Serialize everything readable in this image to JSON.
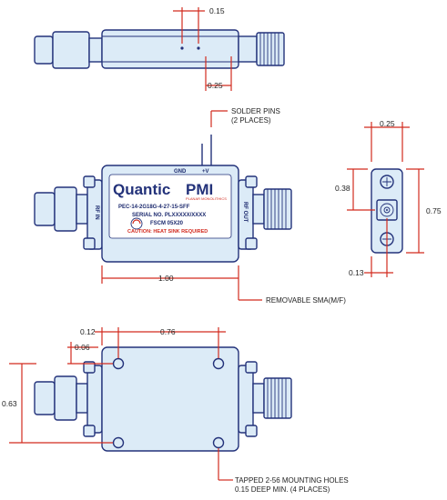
{
  "dimensions": {
    "d_015": "0.15",
    "d_025_top": "0.25",
    "d_025_end": "0.25",
    "d_038": "0.38",
    "d_075": "0.75",
    "d_013": "0.13",
    "d_100": "1.00",
    "d_012": "0.12",
    "d_076": "0.76",
    "d_006": "0.06",
    "d_063": "0.63"
  },
  "notes": {
    "solder_pins_1": "SOLDER PINS",
    "solder_pins_2": "(2 PLACES)",
    "removable_sma": "REMOVABLE SMA(M/F)",
    "tapped_1": "TAPPED 2-56 MOUNTING HOLES",
    "tapped_2": "0.15 DEEP MIN. (4 PLACES)"
  },
  "label": {
    "brand_a": "Quantic",
    "brand_b": "PMI",
    "brand_sub": "PLANAR MONOLITHICS",
    "model": "PEC-14-2G18G-4-27-15-SFF",
    "serial": "SERIAL NO. PLXXXXX/XXXX",
    "fscm": "FSCM 05X20",
    "caution": "CAUTION: HEAT SINK REQUIRED",
    "gnd": "GND",
    "vplus": "+V",
    "rf_in": "RF IN",
    "rf_out": "RF OUT"
  },
  "colors": {
    "outline": "#23327a",
    "fill": "#dcebf7",
    "dimension_line": "#d22b1f"
  }
}
